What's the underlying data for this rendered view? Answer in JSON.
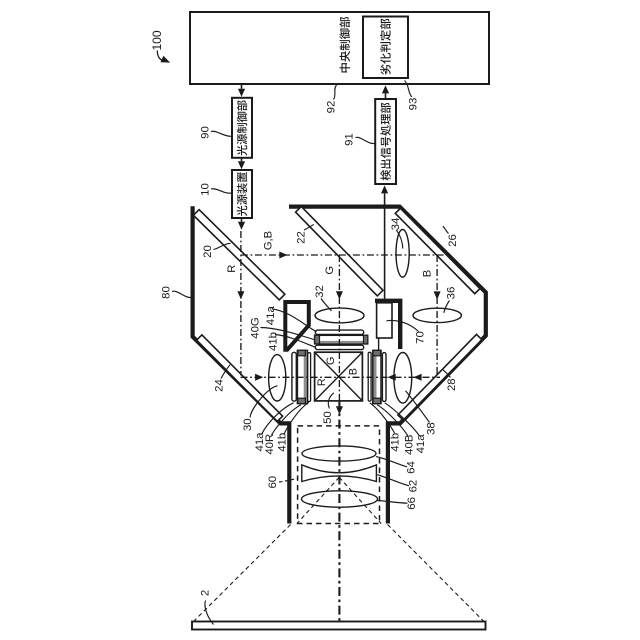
{
  "figure": {
    "background": "#ffffff",
    "ink": "#1b1b1b"
  },
  "blocks": {
    "central_control": {
      "label": "中央制御部",
      "ref": "92"
    },
    "degradation_judge": {
      "label": "劣化判定部",
      "ref": "93"
    },
    "light_source_control": {
      "label": "光源制御部",
      "ref": "90"
    },
    "light_source_device": {
      "label": "光源装置",
      "ref": "10"
    },
    "detection_signal_processor": {
      "label": "検出信号処理部",
      "ref": "91"
    }
  },
  "beams": {
    "red": "R",
    "green": "G",
    "blue": "B",
    "green_blue": "G,B"
  },
  "prism": {
    "faces": {
      "top": "G",
      "left": "R",
      "right": "B"
    }
  },
  "refs": {
    "system": "100",
    "housing": "80",
    "mirror_20": "20",
    "mirror_22": "22",
    "mirror_24": "24",
    "mirror_26": "26",
    "mirror_28": "28",
    "lens_30": "30",
    "lens_32": "32",
    "lens_34": "34",
    "lens_36": "36",
    "lens_38": "38",
    "panel_40r": "40R",
    "panel_40g": "40G",
    "panel_40b": "40B",
    "polarizer_41a": "41a",
    "polarizer_41b": "41b",
    "prism_50": "50",
    "lens_unit_60": "60",
    "lens_62": "62",
    "lens_64": "64",
    "lens_66": "66",
    "detector_70": "70",
    "screen": "2"
  }
}
